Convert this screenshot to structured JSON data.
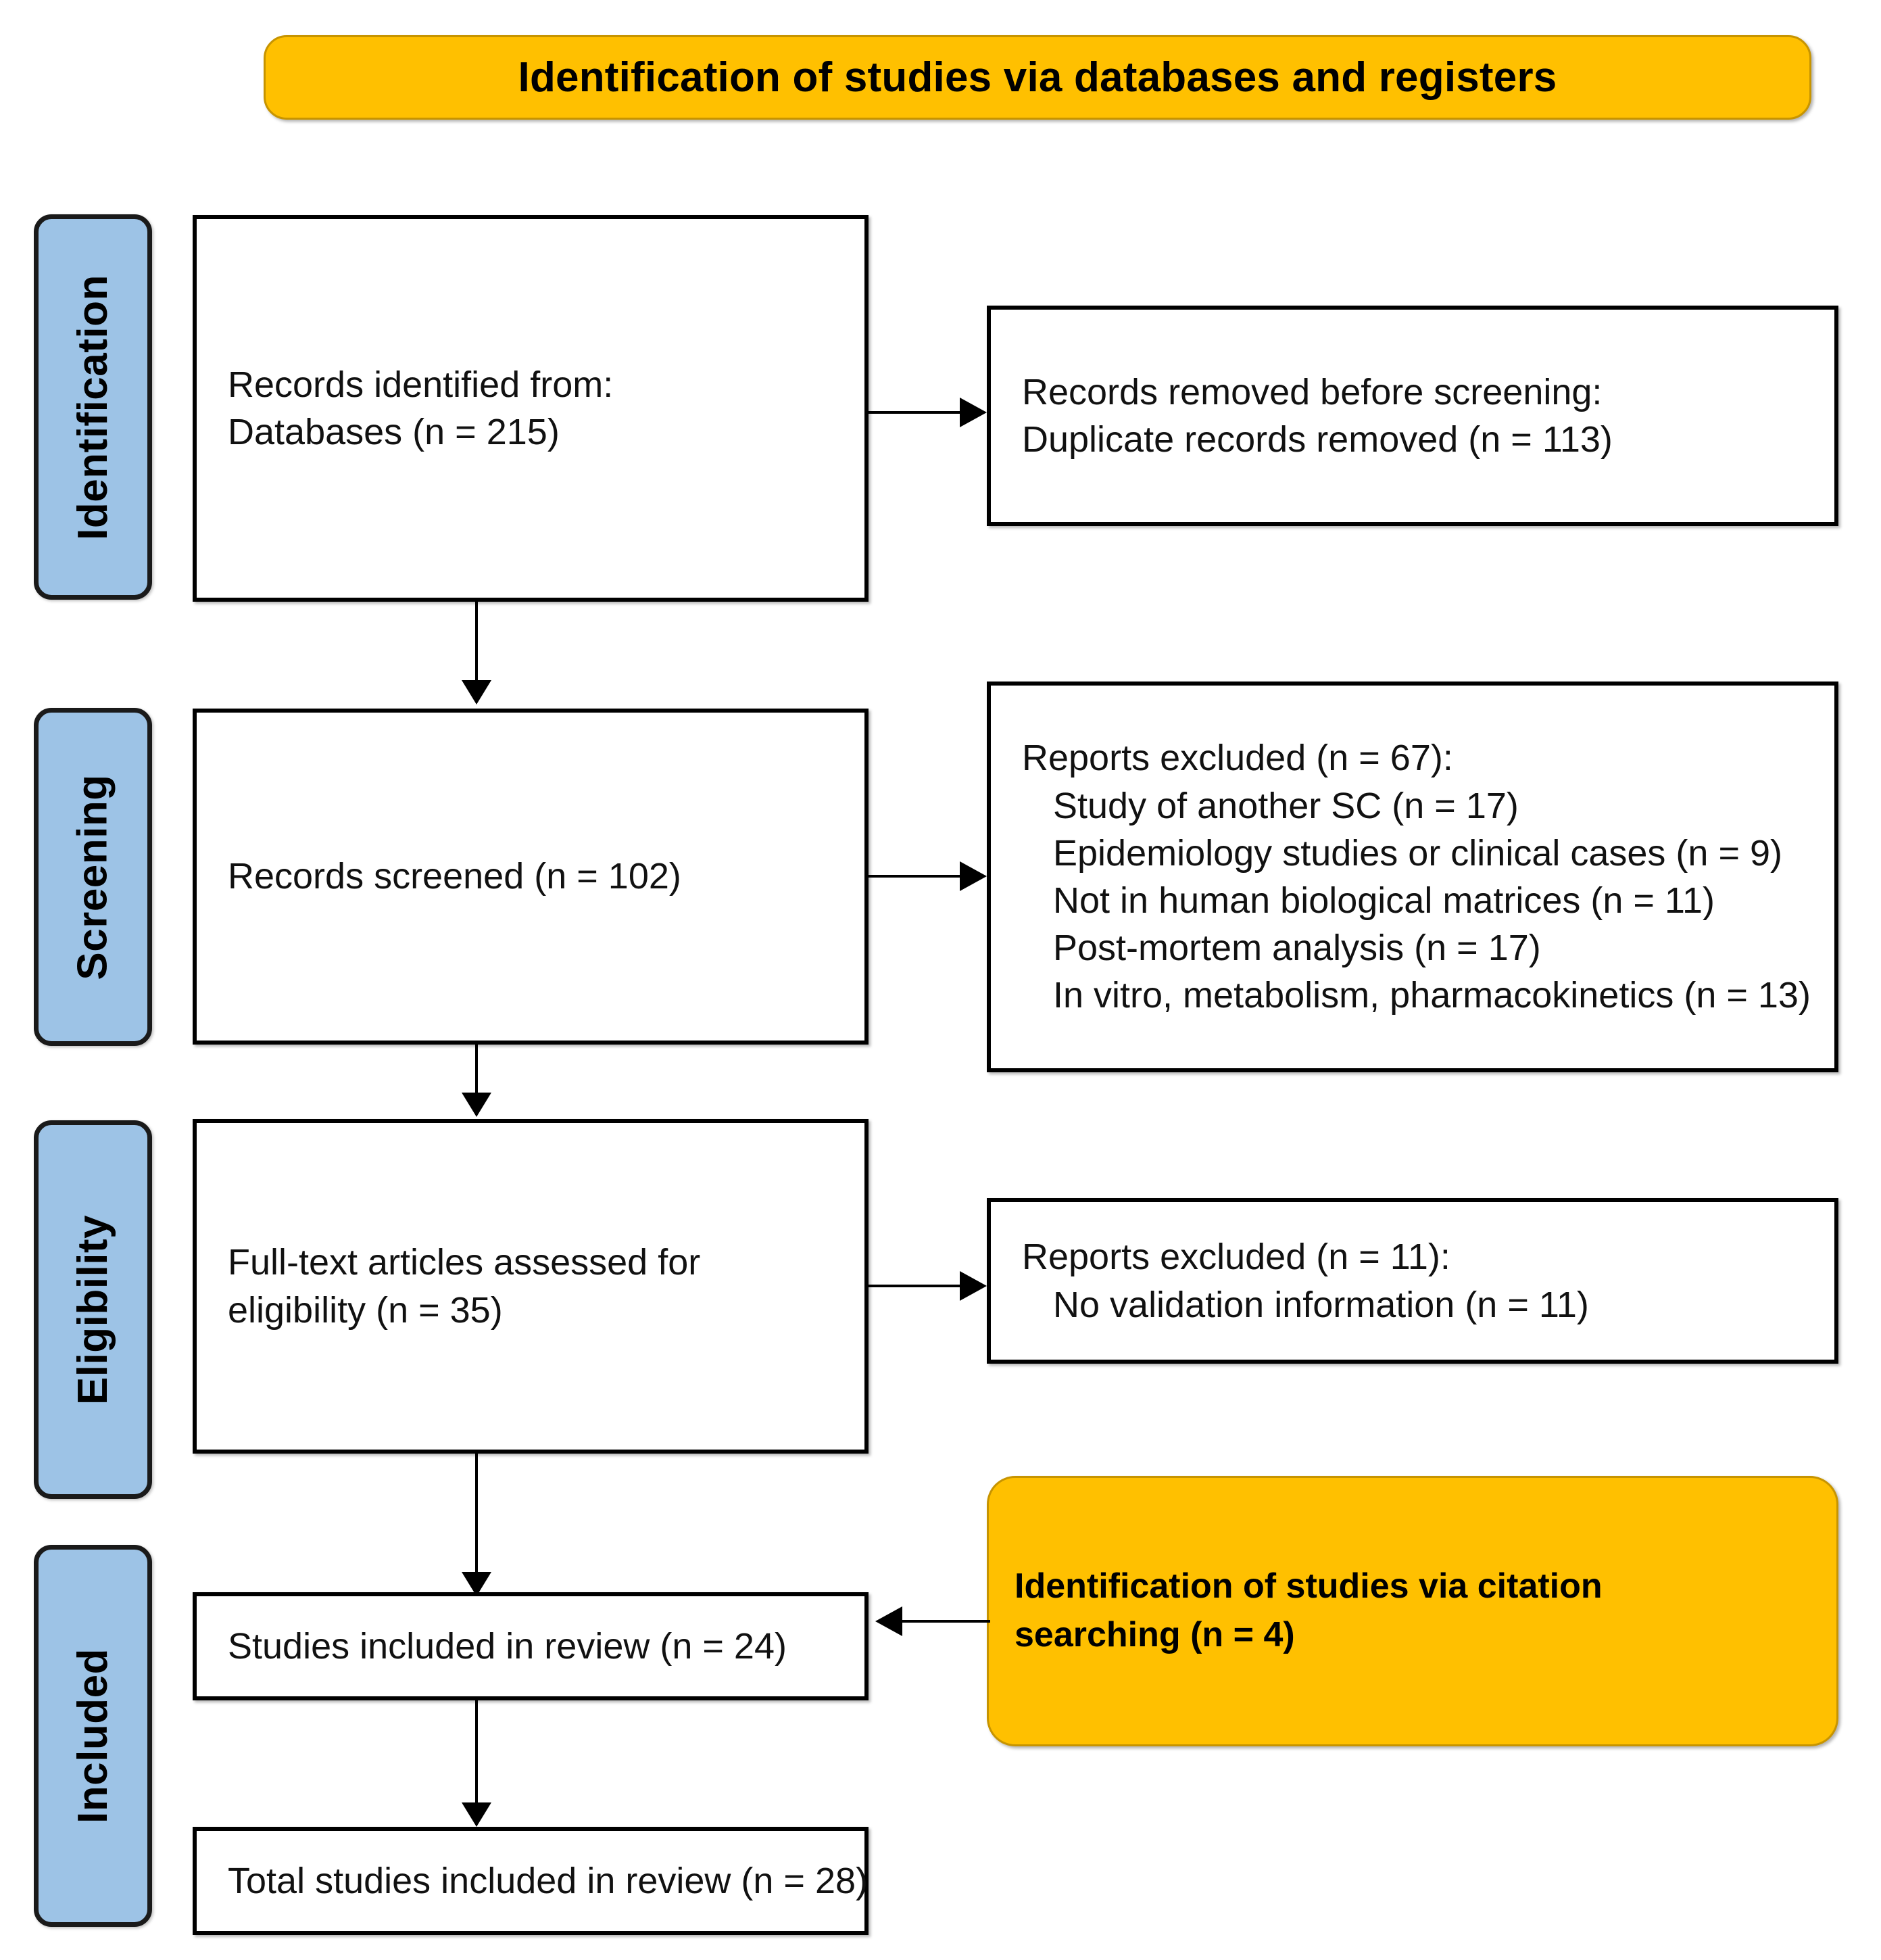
{
  "colors": {
    "banner_fill": "#FFC000",
    "banner_border": "#c79400",
    "stage_fill": "#9DC3E6",
    "stage_border": "#1a1a1a",
    "box_border": "#000000",
    "box_fill": "#ffffff",
    "connector": "#000000"
  },
  "header": {
    "title": "Identification of studies via databases and registers"
  },
  "stages": [
    {
      "label": "Identification"
    },
    {
      "label": "Screening"
    },
    {
      "label": "Eligibility"
    },
    {
      "label": "Included"
    }
  ],
  "boxes": {
    "records_identified": {
      "line1": "Records identified from:",
      "line2": "Databases  (n = 215)"
    },
    "records_removed": {
      "line1": "Records removed before screening:",
      "line2": "Duplicate records removed (n = 113)"
    },
    "records_screened": {
      "line1": "Records screened (n = 102)"
    },
    "reports_excluded_screening": {
      "heading": "Reports excluded  (n = 67):",
      "reasons": [
        "Study of another SC (n = 17)",
        "Epidemiology studies or clinical cases (n = 9)",
        "Not in human biological matrices (n = 11)",
        "Post-mortem analysis (n = 17)",
        "In vitro, metabolism, pharmacokinetics (n = 13)"
      ]
    },
    "fulltext_assessed": {
      "line1": "Full-text articles assessed for",
      "line2": "eligibility (n = 35)"
    },
    "reports_excluded_eligibility": {
      "heading": "Reports excluded  (n = 11):",
      "reasons": [
        "No validation information (n = 11)"
      ]
    },
    "citation_searching": {
      "line1": "Identification  of studies via citation",
      "line2": "searching  (n = 4)"
    },
    "studies_included": {
      "line1": "Studies included in review (n = 24)"
    },
    "total_studies_included": {
      "line1": "Total studies included in review (n = 28)"
    }
  },
  "flow_data": {
    "type": "prisma-flow-diagram",
    "identified_databases": 215,
    "duplicates_removed": 113,
    "records_screened": 102,
    "reports_excluded_screening_total": 67,
    "exclusion_breakdown_screening": [
      {
        "reason": "Study of another SC",
        "n": 17
      },
      {
        "reason": "Epidemiology studies or clinical cases",
        "n": 9
      },
      {
        "reason": "Not in human biological matrices",
        "n": 11
      },
      {
        "reason": "Post-mortem analysis",
        "n": 17
      },
      {
        "reason": "In vitro, metabolism, pharmacokinetics",
        "n": 13
      }
    ],
    "fulltext_assessed": 35,
    "reports_excluded_eligibility_total": 11,
    "exclusion_breakdown_eligibility": [
      {
        "reason": "No validation information",
        "n": 11
      }
    ],
    "citation_searching": 4,
    "studies_included_review": 24,
    "total_studies_included": 28
  }
}
